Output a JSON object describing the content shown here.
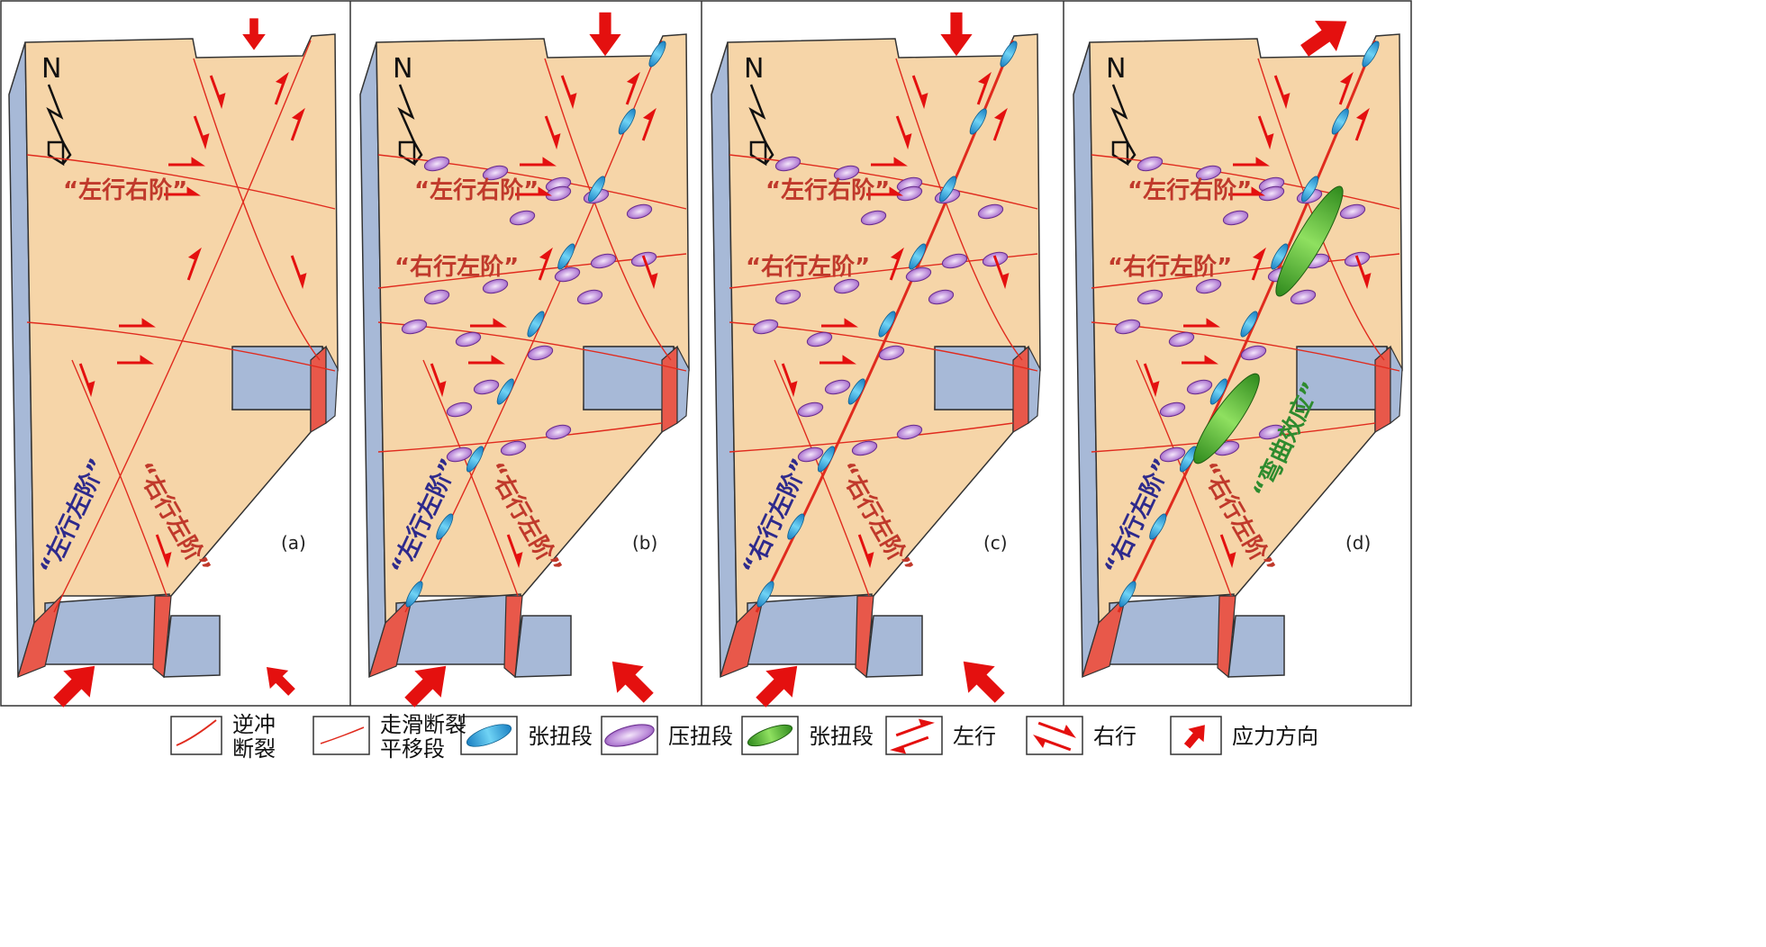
{
  "panels": [
    {
      "index": "(a)",
      "north": "N",
      "labels": {
        "left_lateral_right_step": "“左行右阶”",
        "left_lateral_left_step": "“左行左阶”",
        "right_lateral_left_step": "“右行左阶”"
      }
    },
    {
      "index": "(b)",
      "north": "N",
      "labels": {
        "left_lateral_right_step": "“左行右阶”",
        "right_lateral_left_step_mid": "“右行左阶”",
        "left_lateral_left_step": "“左行左阶”",
        "right_lateral_left_step": "“右行左阶”"
      }
    },
    {
      "index": "(c)",
      "north": "N",
      "labels": {
        "left_lateral_right_step": "“左行右阶”",
        "right_lateral_left_step_mid": "“右行左阶”",
        "right_lateral_left_step_a": "“右行左阶”",
        "right_lateral_left_step_b": "“右行左阶”"
      }
    },
    {
      "index": "(d)",
      "north": "N",
      "labels": {
        "left_lateral_right_step": "“左行右阶”",
        "right_lateral_left_step_mid": "“右行左阶”",
        "right_lateral_left_step_a": "“右行左阶”",
        "right_lateral_left_step_b": "“右行左阶”",
        "bending_effect": "“弯曲效应”"
      }
    }
  ],
  "legend": [
    {
      "icon": "thrust-fault-icon",
      "text_lines": [
        "逆冲",
        "断裂"
      ]
    },
    {
      "icon": "strike-slip-fault-icon",
      "text_lines": [
        "走滑断裂",
        "平移段"
      ]
    },
    {
      "icon": "transtension-segment-blue-icon",
      "text_lines": [
        "张扭段"
      ]
    },
    {
      "icon": "transpression-segment-icon",
      "text_lines": [
        "压扭段"
      ]
    },
    {
      "icon": "transtension-segment-green-icon",
      "text_lines": [
        "张扭段"
      ]
    },
    {
      "icon": "left-lateral-icon",
      "text_lines": [
        "左行"
      ]
    },
    {
      "icon": "right-lateral-icon",
      "text_lines": [
        "右行"
      ]
    },
    {
      "icon": "stress-direction-icon",
      "text_lines": [
        "应力方向"
      ]
    }
  ],
  "colors": {
    "block_top": "#f6d5a8",
    "block_side": "#a7b9d7",
    "cut_face": "#e8584a",
    "fault_line": "#e02b1e",
    "transtension": "#2aa6e0",
    "transpression": "#b07ad0",
    "transtension_green": "#5cc83a",
    "arrow": "#e4100f"
  }
}
